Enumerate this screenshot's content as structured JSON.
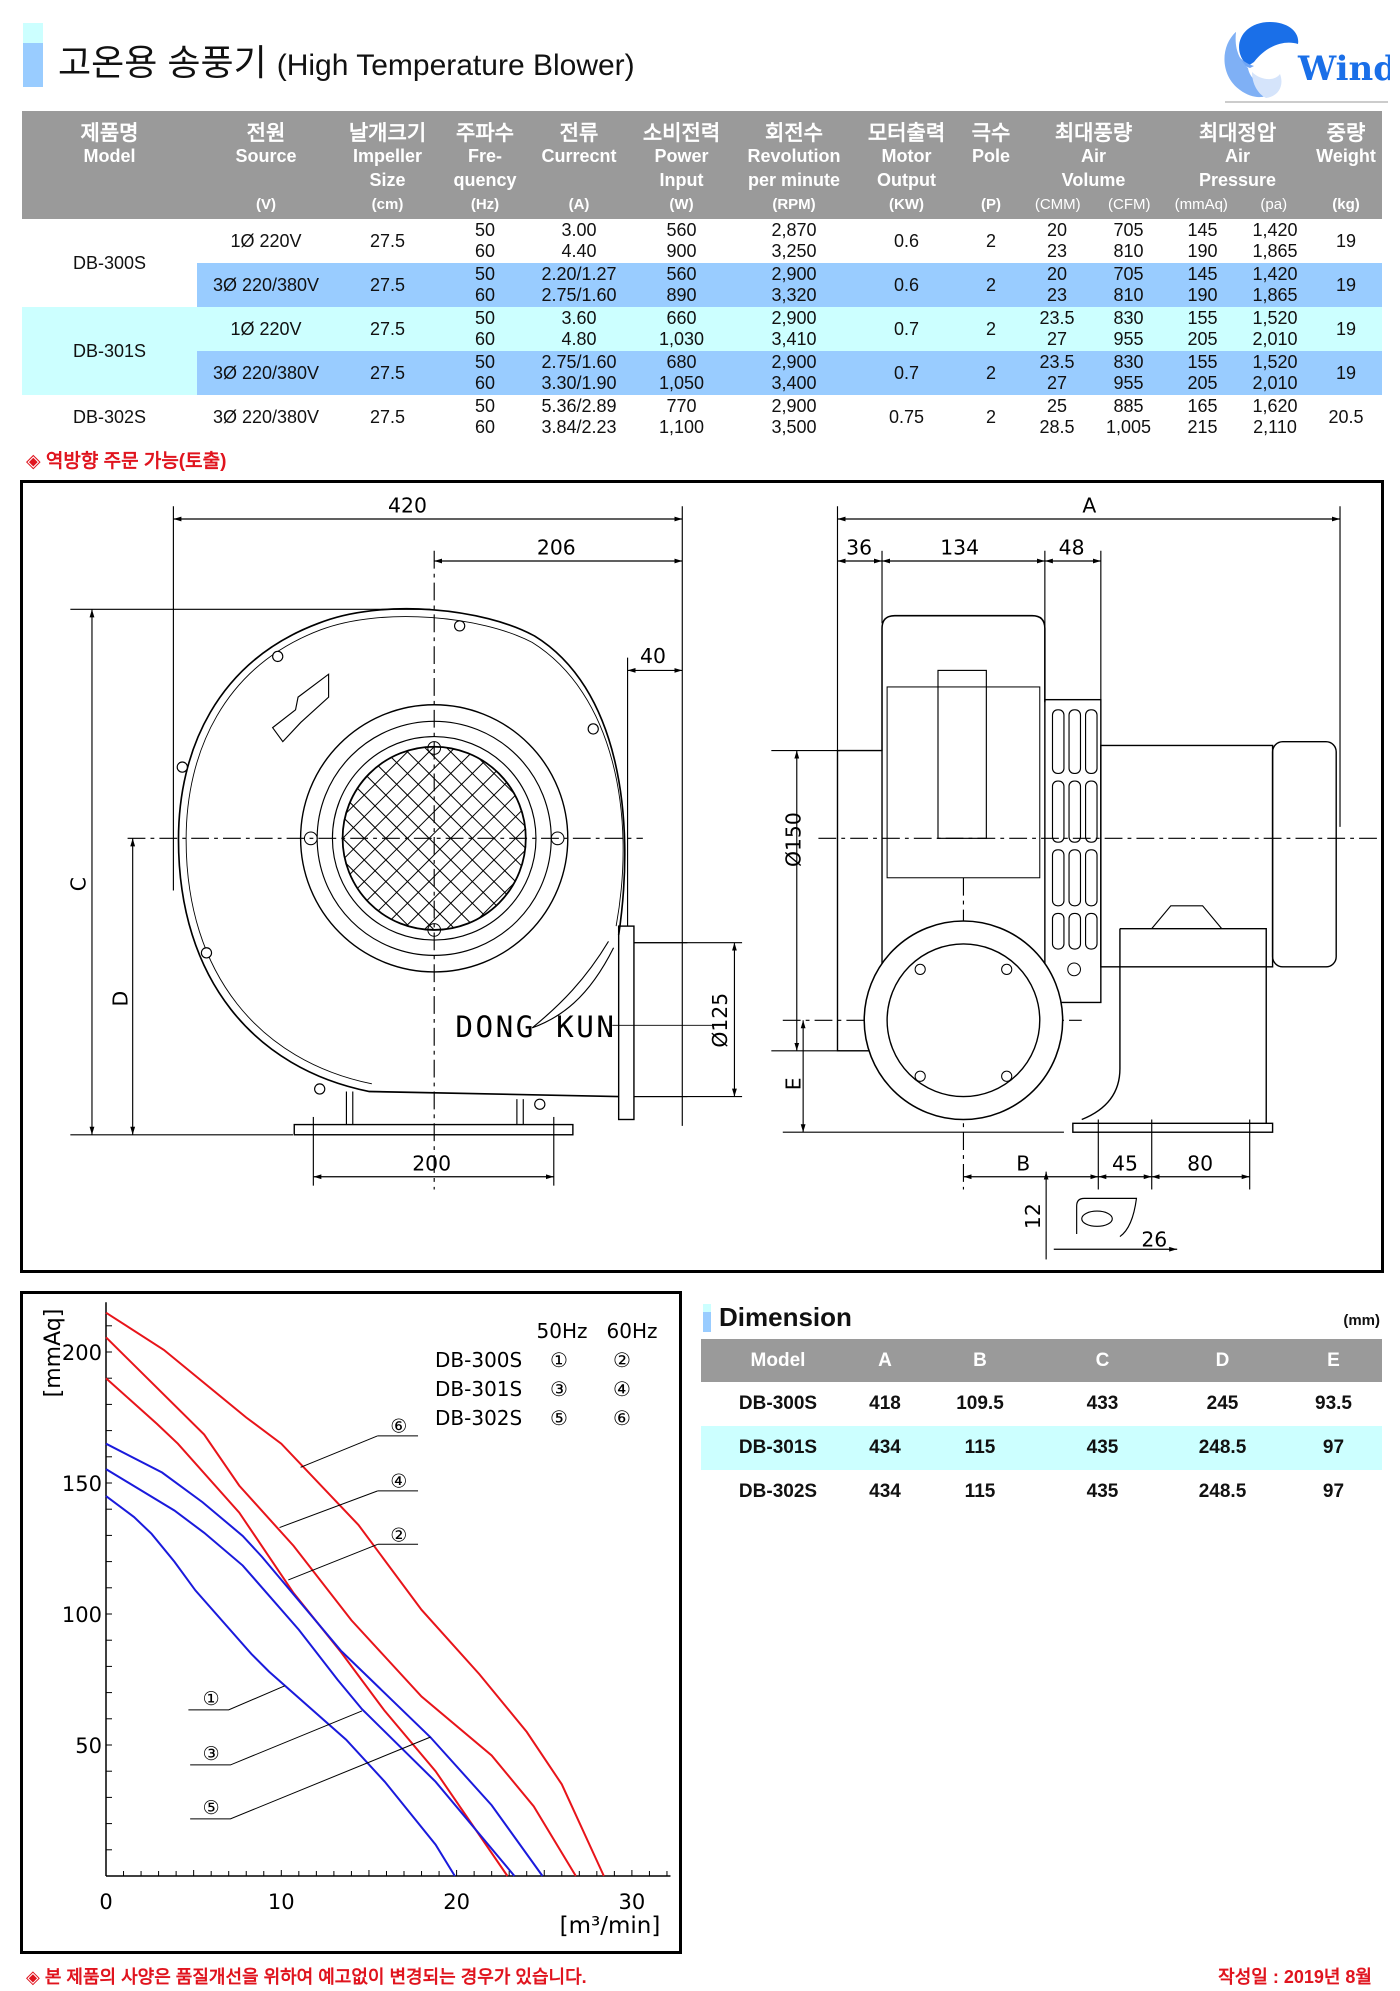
{
  "header": {
    "title_ko": "고온용 송풍기",
    "title_en": "(High Temperature Blower)",
    "logo_text": "Windy"
  },
  "colors": {
    "header_gray": "#9a9a9a",
    "row_blue": "#99ccff",
    "row_cyan": "#ccffff",
    "accent_red": "#e0141e",
    "logo_blue": "#1a6fe8",
    "curve_red": "#e8141a",
    "curve_blue": "#1a1adc"
  },
  "spec_table": {
    "columns": {
      "model": {
        "ko": "제품명",
        "en1": "Model",
        "en2": "",
        "unit": ""
      },
      "source": {
        "ko": "전원",
        "en1": "Source",
        "en2": "",
        "unit": "(V)"
      },
      "impeller": {
        "ko": "날개크기",
        "en1": "Impeller",
        "en2": "Size",
        "unit": "(cm)"
      },
      "freq": {
        "ko": "주파수",
        "en1": "Fre-",
        "en2": "quency",
        "unit": "(Hz)"
      },
      "current": {
        "ko": "전류",
        "en1": "Currecnt",
        "en2": "",
        "unit": "(A)"
      },
      "power": {
        "ko": "소비전력",
        "en1": "Power",
        "en2": "Input",
        "unit": "(W)"
      },
      "rpm": {
        "ko": "회전수",
        "en1": "Revolution",
        "en2": "per minute",
        "unit": "(RPM)"
      },
      "motor": {
        "ko": "모터출력",
        "en1": "Motor",
        "en2": "Output",
        "unit": "(KW)"
      },
      "pole": {
        "ko": "극수",
        "en1": "Pole",
        "en2": "",
        "unit": "(P)"
      },
      "airvol": {
        "ko": "최대풍량",
        "en1": "Air",
        "en2": "Volume",
        "unit_a": "(CMM)",
        "unit_b": "(CFM)"
      },
      "pressure": {
        "ko": "최대정압",
        "en1": "Air",
        "en2": "Pressure",
        "unit_a": "(mmAq)",
        "unit_b": "(pa)"
      },
      "weight": {
        "ko": "중량",
        "en1": "Weight",
        "en2": "",
        "unit": "(kg)"
      }
    },
    "models": [
      {
        "model": "DB-300S",
        "highlight": "none",
        "variants": [
          {
            "highlight": "none",
            "source": "1Ø 220V",
            "impeller": "27.5",
            "freq": [
              "50",
              "60"
            ],
            "current": [
              "3.00",
              "4.40"
            ],
            "power": [
              "560",
              "900"
            ],
            "rpm": [
              "2,870",
              "3,250"
            ],
            "motor": "0.6",
            "pole": "2",
            "cmm": [
              "20",
              "23"
            ],
            "cfm": [
              "705",
              "810"
            ],
            "mmaq": [
              "145",
              "190"
            ],
            "pa": [
              "1,420",
              "1,865"
            ],
            "weight": "19"
          },
          {
            "highlight": "blue",
            "source": "3Ø 220/380V",
            "impeller": "27.5",
            "freq": [
              "50",
              "60"
            ],
            "current": [
              "2.20/1.27",
              "2.75/1.60"
            ],
            "power": [
              "560",
              "890"
            ],
            "rpm": [
              "2,900",
              "3,320"
            ],
            "motor": "0.6",
            "pole": "2",
            "cmm": [
              "20",
              "23"
            ],
            "cfm": [
              "705",
              "810"
            ],
            "mmaq": [
              "145",
              "190"
            ],
            "pa": [
              "1,420",
              "1,865"
            ],
            "weight": "19"
          }
        ]
      },
      {
        "model": "DB-301S",
        "highlight": "cyan",
        "variants": [
          {
            "highlight": "cyan",
            "source": "1Ø 220V",
            "impeller": "27.5",
            "freq": [
              "50",
              "60"
            ],
            "current": [
              "3.60",
              "4.80"
            ],
            "power": [
              "660",
              "1,030"
            ],
            "rpm": [
              "2,900",
              "3,410"
            ],
            "motor": "0.7",
            "pole": "2",
            "cmm": [
              "23.5",
              "27"
            ],
            "cfm": [
              "830",
              "955"
            ],
            "mmaq": [
              "155",
              "205"
            ],
            "pa": [
              "1,520",
              "2,010"
            ],
            "weight": "19"
          },
          {
            "highlight": "blue",
            "source": "3Ø 220/380V",
            "impeller": "27.5",
            "freq": [
              "50",
              "60"
            ],
            "current": [
              "2.75/1.60",
              "3.30/1.90"
            ],
            "power": [
              "680",
              "1,050"
            ],
            "rpm": [
              "2,900",
              "3,400"
            ],
            "motor": "0.7",
            "pole": "2",
            "cmm": [
              "23.5",
              "27"
            ],
            "cfm": [
              "830",
              "955"
            ],
            "mmaq": [
              "155",
              "205"
            ],
            "pa": [
              "1,520",
              "2,010"
            ],
            "weight": "19"
          }
        ]
      },
      {
        "model": "DB-302S",
        "highlight": "none",
        "variants": [
          {
            "highlight": "none",
            "source": "3Ø 220/380V",
            "impeller": "27.5",
            "freq": [
              "50",
              "60"
            ],
            "current": [
              "5.36/2.89",
              "3.84/2.23"
            ],
            "power": [
              "770",
              "1,100"
            ],
            "rpm": [
              "2,900",
              "3,500"
            ],
            "motor": "0.75",
            "pole": "2",
            "cmm": [
              "25",
              "28.5"
            ],
            "cfm": [
              "885",
              "1,005"
            ],
            "mmaq": [
              "165",
              "215"
            ],
            "pa": [
              "1,620",
              "2,110"
            ],
            "weight": "20.5"
          }
        ]
      }
    ]
  },
  "note_reverse": "◈ 역방향 주문 가능(토출)",
  "drawing": {
    "labels": {
      "w420": "420",
      "w206": "206",
      "w40": "40",
      "w200": "200",
      "c": "C",
      "d": "D",
      "brand": "DONG KUN",
      "d125": "Ø125",
      "a": "A",
      "w36": "36",
      "w134": "134",
      "w48": "48",
      "d150": "Ø150",
      "e": "E",
      "b": "B",
      "w45": "45",
      "w80": "80",
      "h12": "12",
      "w26": "26"
    }
  },
  "chart_data": {
    "type": "line",
    "xlabel": "[m³/min]",
    "ylabel": "[mmAq]",
    "xlim": [
      0,
      32.2
    ],
    "ylim": [
      0,
      219
    ],
    "xticks": [
      0,
      10,
      20,
      30
    ],
    "yticks": [
      50,
      100,
      150,
      200
    ],
    "grid": false,
    "legend": {
      "placement": "top-right",
      "header": [
        "50Hz",
        "60Hz"
      ],
      "rows": [
        {
          "model": "DB-300S",
          "hz50": "①",
          "hz60": "②"
        },
        {
          "model": "DB-301S",
          "hz50": "③",
          "hz60": "④"
        },
        {
          "model": "DB-302S",
          "hz50": "⑤",
          "hz60": "⑥"
        }
      ]
    },
    "series": [
      {
        "name": "DB-300S 50Hz",
        "label": "①",
        "color": "#1a1adc",
        "points": [
          [
            0,
            145
          ],
          [
            1.6,
            137
          ],
          [
            2.6,
            130.6
          ],
          [
            3.9,
            120
          ],
          [
            5.1,
            109
          ],
          [
            8.3,
            84.7
          ],
          [
            9.3,
            78
          ],
          [
            13.7,
            52
          ],
          [
            15.9,
            36
          ],
          [
            18.8,
            12
          ],
          [
            19.9,
            0
          ]
        ]
      },
      {
        "name": "DB-300S 60Hz",
        "label": "②",
        "color": "#e8141a",
        "points": [
          [
            0,
            190
          ],
          [
            2.9,
            172.6
          ],
          [
            4.1,
            165
          ],
          [
            7.6,
            138.7
          ],
          [
            10.7,
            108
          ],
          [
            13.4,
            85.5
          ],
          [
            15.9,
            63
          ],
          [
            18.8,
            40
          ],
          [
            22.9,
            0
          ]
        ]
      },
      {
        "name": "DB-301S 50Hz",
        "label": "③",
        "color": "#1a1adc",
        "points": [
          [
            0,
            155.3
          ],
          [
            3.9,
            139.5
          ],
          [
            5.6,
            131
          ],
          [
            7.8,
            118.5
          ],
          [
            11,
            94
          ],
          [
            13.2,
            75
          ],
          [
            14.6,
            63.7
          ],
          [
            18.8,
            36
          ],
          [
            23.3,
            0
          ]
        ]
      },
      {
        "name": "DB-301S 60Hz",
        "label": "④",
        "color": "#e8141a",
        "points": [
          [
            0,
            205.6
          ],
          [
            5.6,
            168.5
          ],
          [
            7.6,
            149
          ],
          [
            10.7,
            126
          ],
          [
            14,
            97.6
          ],
          [
            18,
            68.5
          ],
          [
            22,
            46
          ],
          [
            24.4,
            26.6
          ],
          [
            26.8,
            0
          ]
        ]
      },
      {
        "name": "DB-302S 50Hz",
        "label": "⑤",
        "color": "#1a1adc",
        "points": [
          [
            0,
            165
          ],
          [
            3.2,
            154
          ],
          [
            5.5,
            142.7
          ],
          [
            7.8,
            129.8
          ],
          [
            8.9,
            121.8
          ],
          [
            13.4,
            86
          ],
          [
            18.5,
            53
          ],
          [
            22,
            27
          ],
          [
            24.9,
            0
          ]
        ]
      },
      {
        "name": "DB-302S 60Hz",
        "label": "⑥",
        "color": "#e8141a",
        "points": [
          [
            0,
            215
          ],
          [
            3.3,
            200.8
          ],
          [
            8,
            175
          ],
          [
            10,
            165
          ],
          [
            14.4,
            134
          ],
          [
            18,
            101.6
          ],
          [
            21.3,
            77
          ],
          [
            24,
            55
          ],
          [
            26,
            35
          ],
          [
            28.4,
            0
          ]
        ]
      }
    ]
  },
  "dimension": {
    "title": "Dimension",
    "unit": "(mm)",
    "headers": [
      "Model",
      "A",
      "B",
      "C",
      "D",
      "E"
    ],
    "rows": [
      {
        "highlight": "none",
        "cells": [
          "DB-300S",
          "418",
          "109.5",
          "433",
          "245",
          "93.5"
        ]
      },
      {
        "highlight": "cyan",
        "cells": [
          "DB-301S",
          "434",
          "115",
          "435",
          "248.5",
          "97"
        ]
      },
      {
        "highlight": "none",
        "cells": [
          "DB-302S",
          "434",
          "115",
          "435",
          "248.5",
          "97"
        ]
      }
    ]
  },
  "footer": {
    "disclaimer": "◈ 본 제품의 사양은 품질개선을 위하여 예고없이 변경되는 경우가 있습니다.",
    "date": "작성일 : 2019년 8월"
  }
}
